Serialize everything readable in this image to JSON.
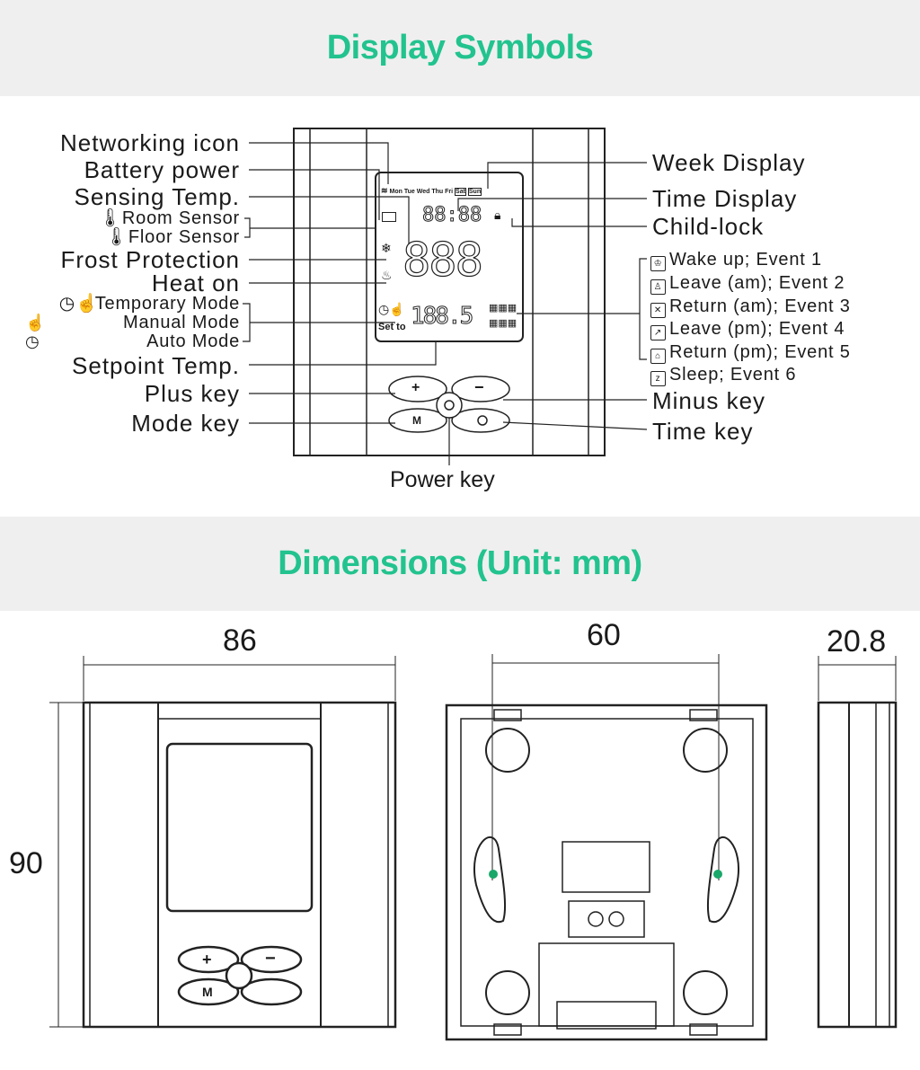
{
  "sections": {
    "display_symbols_title": "Display Symbols",
    "dimensions_title": "Dimensions (Unit: mm)"
  },
  "left_labels": {
    "networking": "Networking icon",
    "battery": "Battery power",
    "sensing": "Sensing Temp.",
    "room_sensor": "Room Sensor",
    "floor_sensor": "Floor Sensor",
    "frost": "Frost Protection",
    "heat_on": "Heat on",
    "temporary": "Temporary Mode",
    "manual": "Manual Mode",
    "auto": "Auto Mode",
    "setpoint": "Setpoint Temp.",
    "plus_key": "Plus key",
    "mode_key": "Mode key"
  },
  "right_labels": {
    "week": "Week Display",
    "time": "Time Display",
    "child_lock": "Child-lock",
    "events": [
      "Wake up; Event 1",
      "Leave (am); Event 2",
      "Return (am); Event 3",
      "Leave (pm); Event 4",
      "Return (pm); Event 5",
      "Sleep; Event 6"
    ],
    "minus_key": "Minus key",
    "time_key": "Time key"
  },
  "bottom_label": {
    "power_key": "Power key"
  },
  "lcd": {
    "week_days": [
      "Mon",
      "Tue",
      "Wed",
      "Thu",
      "Fri",
      "Sat",
      "Sun"
    ],
    "time": "88:88",
    "temp": "888",
    "set_to": "Set to",
    "setpoint": "188.5"
  },
  "keys": {
    "plus": "+",
    "minus": "−",
    "mode": "M"
  },
  "dimensions": {
    "width": "86",
    "height": "90",
    "mount_spacing": "60",
    "depth": "20.8"
  },
  "colors": {
    "accent": "#22c38e",
    "band": "#efefef",
    "mount_dot": "#1aa86a"
  }
}
